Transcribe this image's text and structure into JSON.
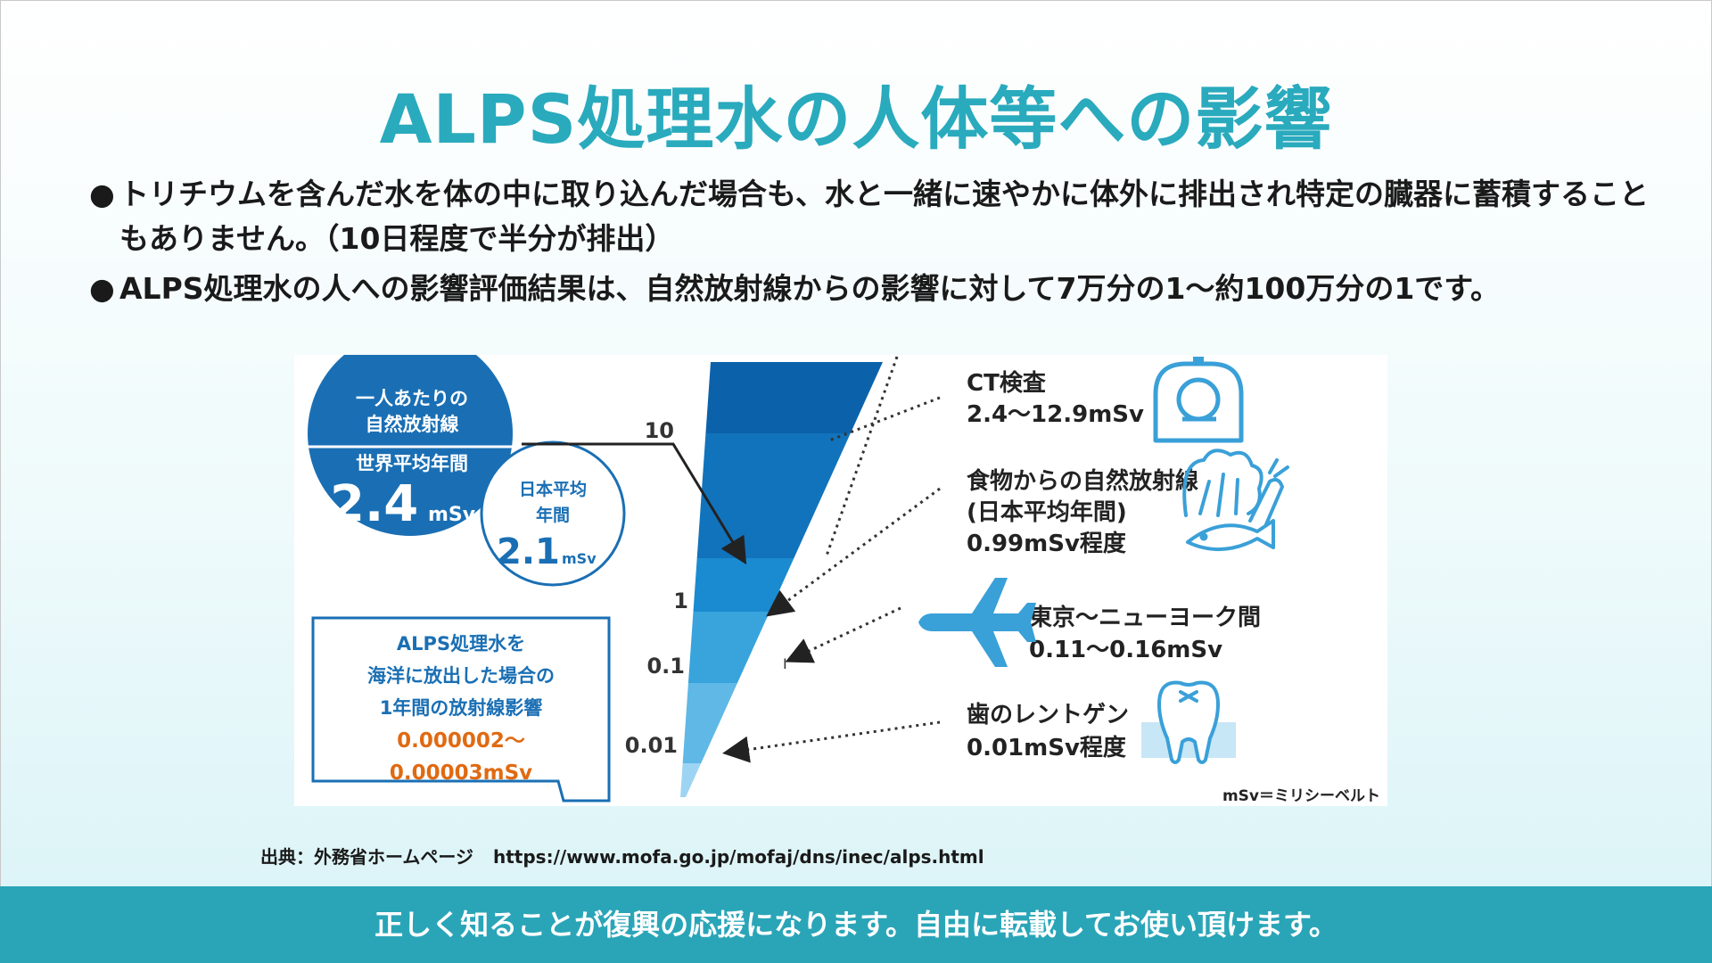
{
  "title": "ALPS処理水の人体等への影響",
  "bullets": [
    {
      "marker": "●",
      "text": "トリチウムを含んだ水を体の中に取り込んだ場合も、水と一緒に速やかに体外に排出され特定の臓器に蓄積することもありません。（10日程度で半分が排出）"
    },
    {
      "marker": "●",
      "text": "ALPS処理水の人への影響評価結果は、自然放射線からの影響に対して7万分の1〜約100万分の1です。"
    }
  ],
  "diagram": {
    "world_circle": {
      "line1": "一人あたりの",
      "line2": "自然放射線",
      "line3": "世界平均年間",
      "value": "2.4",
      "unit": "mSv"
    },
    "japan_circle": {
      "line1": "日本平均",
      "line2": "年間",
      "value": "2.1",
      "unit": "mSv"
    },
    "alps_box": {
      "line1": "ALPS処理水を",
      "line2": "海洋に放出した場合の",
      "line3": "1年間の放射線影響",
      "value1": "0.000002〜",
      "value2": "0.00003mSv"
    },
    "scale_labels": [
      "10",
      "1",
      "0.1",
      "0.01"
    ],
    "items": [
      {
        "line1": "CT検査",
        "line2": "2.4〜12.9mSv",
        "icon": "ct-scanner-icon"
      },
      {
        "line1": "食物からの自然放射線",
        "line2": "(日本平均年間)",
        "line3": "0.99mSv程度",
        "icon": "vegetables-fish-icon"
      },
      {
        "line1": "東京〜ニューヨーク間",
        "line2": "0.11〜0.16mSv",
        "icon": "airplane-icon"
      },
      {
        "line1": "歯のレントゲン",
        "line2": "0.01mSv程度",
        "icon": "tooth-icon"
      }
    ],
    "unit_note": "mSv＝ミリシーベルト",
    "colors": {
      "band1": "#0b62aa",
      "band2": "#1173bc",
      "band3": "#1a8bd0",
      "band4": "#39a3dc",
      "band5": "#5fb8e6",
      "band6": "#9ed4f3",
      "circle": "#1a6fb4",
      "accent_orange": "#e06a12",
      "icon_blue": "#3aa0d8"
    }
  },
  "source": {
    "label": "出典：外務省ホームページ",
    "url": "https://www.mofa.go.jp/mofaj/dns/inec/alps.html"
  },
  "footer": "正しく知ることが復興の応援になります。自由に転載してお使い頂けます。"
}
